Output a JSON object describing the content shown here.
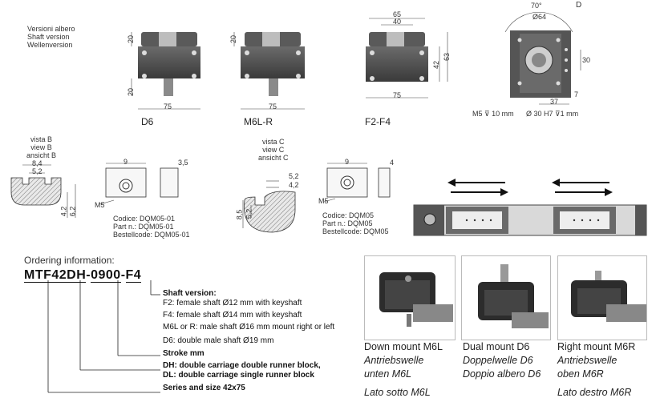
{
  "shaft_versions_label": [
    "Versioni albero",
    "Shaft version",
    "Wellenversion"
  ],
  "views": [
    {
      "label": "D6"
    },
    {
      "label": "M6L-R"
    },
    {
      "label": "F2-F4"
    }
  ],
  "dimensions": {
    "d6_top": "20",
    "d6_bottom": "20",
    "d6_width": "75",
    "m6l_top": "20",
    "m6l_width": "75",
    "f_width_top": "65",
    "f_inner": "40",
    "f_h1": "42",
    "f_h2": "63",
    "f_width": "75",
    "right_angle": "70°",
    "right_dia": "Ø64",
    "right_d": "D",
    "right_30": "30",
    "right_37": "37",
    "right_7": "7",
    "right_m5": "M5 ⊽ 10 mm",
    "right_bore": "Ø 30 H7 ⊽1 mm",
    "b_84": "8,4",
    "b_52": "5,2",
    "b_42": "4,2",
    "b_62": "6,2",
    "dq1_9": "9",
    "dq1_35": "3,5",
    "dq1_m5": "M5",
    "c_52": "5,2",
    "c_42": "4,2",
    "c_85": "8,5",
    "c_52v": "5,2",
    "dq2_9": "9",
    "dq2_4": "4",
    "dq2_m5": "M5"
  },
  "view_b": [
    "vista B",
    "view B",
    "ansicht B"
  ],
  "view_c": [
    "vista C",
    "view C",
    "ansicht C"
  ],
  "code1": [
    "Codice: DQM05-01",
    "Part n.: DQM05-01",
    "Bestellcode: DQM05-01"
  ],
  "code2": [
    "Codice: DQM05",
    "Part n.: DQM05",
    "Bestellcode: DQM05"
  ],
  "ordering": {
    "title": "Ordering information:",
    "code_parts": [
      "MTF42",
      "DH",
      "-",
      "0900",
      "-",
      "F4"
    ],
    "shaft_title": "Shaft version:",
    "shaft_lines": [
      "F2: female shaft Ø12 mm with keyshaft",
      "F4: female shaft Ø14 mm with keyshaft",
      "M6L or R: male shaft Ø16 mm mount right or left",
      "D6: double male shaft Ø19 mm"
    ],
    "stroke": "Stroke mm",
    "dh": "DH: double carriage double runner block,",
    "dl": "DL: double carriage single runner block",
    "series": "Series and size 42x75"
  },
  "photos": [
    {
      "l1": "Down mount M6L",
      "l2": "Antriebswelle",
      "l3": "unten M6L",
      "l4": "Lato sotto M6L"
    },
    {
      "l1": "Dual mount D6",
      "l2": "Doppelwelle D6",
      "l3": "Doppio albero D6",
      "l4": ""
    },
    {
      "l1": "Right mount M6R",
      "l2": "Antriebswelle",
      "l3": "oben M6R",
      "l4": "Lato destro M6R"
    }
  ]
}
